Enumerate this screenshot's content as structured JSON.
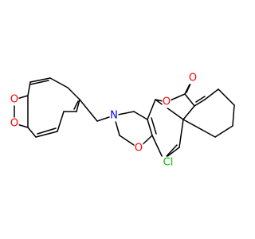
{
  "molecule": {
    "colors": {
      "bond": "#000000",
      "oxygen": "#ff0000",
      "nitrogen": "#0000ff",
      "chlorine": "#00c000",
      "background": "#ffffff"
    },
    "atoms": [
      {
        "label": "O",
        "element": "oxygen"
      },
      {
        "label": "O",
        "element": "oxygen"
      },
      {
        "label": "O",
        "element": "oxygen"
      },
      {
        "label": "O",
        "element": "oxygen"
      },
      {
        "label": "O",
        "element": "oxygen"
      },
      {
        "label": "N",
        "element": "nitrogen"
      },
      {
        "label": "Cl",
        "element": "chlorine"
      }
    ]
  }
}
